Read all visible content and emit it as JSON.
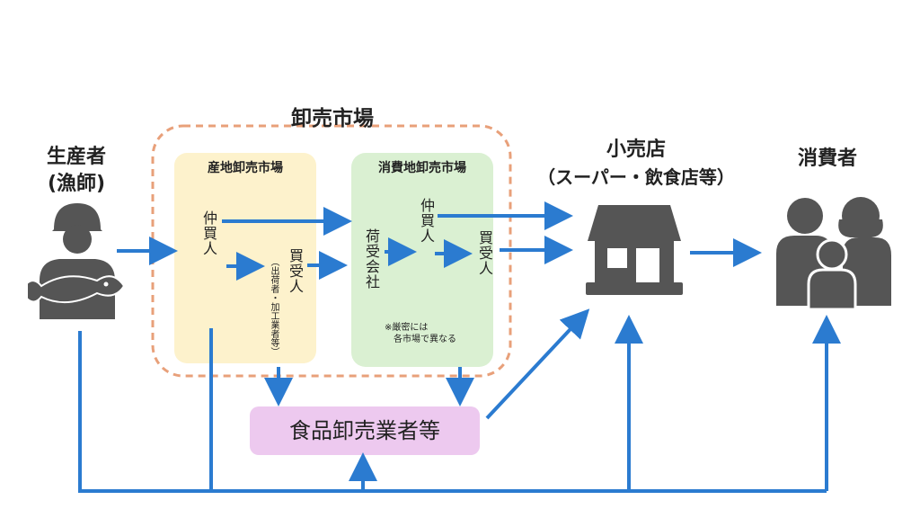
{
  "wholesale_market": {
    "title": "卸売市場"
  },
  "producer": {
    "line1": "生産者",
    "line2": "(漁師)"
  },
  "retail": {
    "line1": "小売店",
    "line2": "（スーパー・飲食店等）"
  },
  "consumer": {
    "title": "消費者"
  },
  "origin_market": {
    "title": "産地卸売市場",
    "broker": "仲買人",
    "buyer": "買受人",
    "buyer_note": "（出荷者・加工業者等）"
  },
  "consumption_market": {
    "title": "消費地卸売市場",
    "wholesaler": "荷受会社",
    "broker": "仲買人",
    "buyer": "買受人",
    "note_line1": "※厳密には",
    "note_line2": "各市場で異なる"
  },
  "food_wholesaler": {
    "label": "食品卸売業者等"
  },
  "colors": {
    "arrow": "#2b7bd0",
    "origin_bg": "#fdf2cc",
    "consumption_bg": "#daf0d2",
    "food_bg": "#edc9ef",
    "dashed_border": "#e8a07a",
    "icon": "#555555"
  }
}
